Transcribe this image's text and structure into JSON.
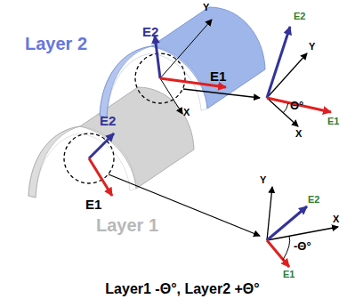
{
  "diagram": {
    "caption": "Layer1 -Θ°, Layer2 +Θ°",
    "labels": [
      "Layer 2",
      "Y",
      "E2",
      "E1",
      "X",
      "E2",
      "Y",
      "Θ°",
      "X",
      "E1",
      "E2",
      "E1",
      "Layer 1",
      "Y",
      "E2",
      "-Θ°",
      "X",
      "E1"
    ]
  }
}
